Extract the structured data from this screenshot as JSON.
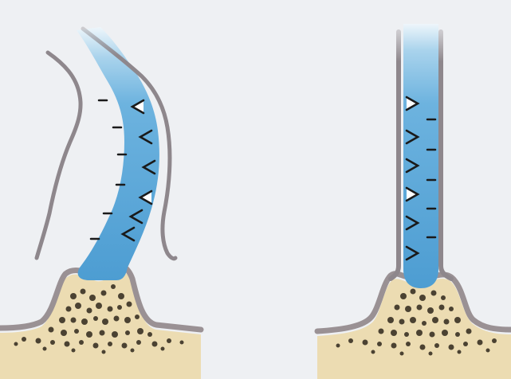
{
  "colors": {
    "background": "#eef0f3",
    "wall": "#8e878c",
    "wall_inner": "#b0aab0",
    "fluid_top": "#d9ecf7",
    "fluid_mid": "#8ec6e6",
    "fluid_main": "#5fa8d8",
    "fluid_dark": "#3f8dc6",
    "tissue": "#ecdcb2",
    "tissue_edge": "#9a9194",
    "granule": "#4b4232",
    "mark": "#1a1a1a"
  },
  "panels": [
    {
      "id": "curved-vessel",
      "form": "curved",
      "charge_pairs": 6,
      "base_shape": "two-humped mound"
    },
    {
      "id": "straight-vessel",
      "form": "straight",
      "charge_pairs": 6,
      "base_shape": "rounded mound"
    }
  ],
  "icons": {
    "negative_mark": "minus-sign",
    "positive_mark": "chevron"
  }
}
